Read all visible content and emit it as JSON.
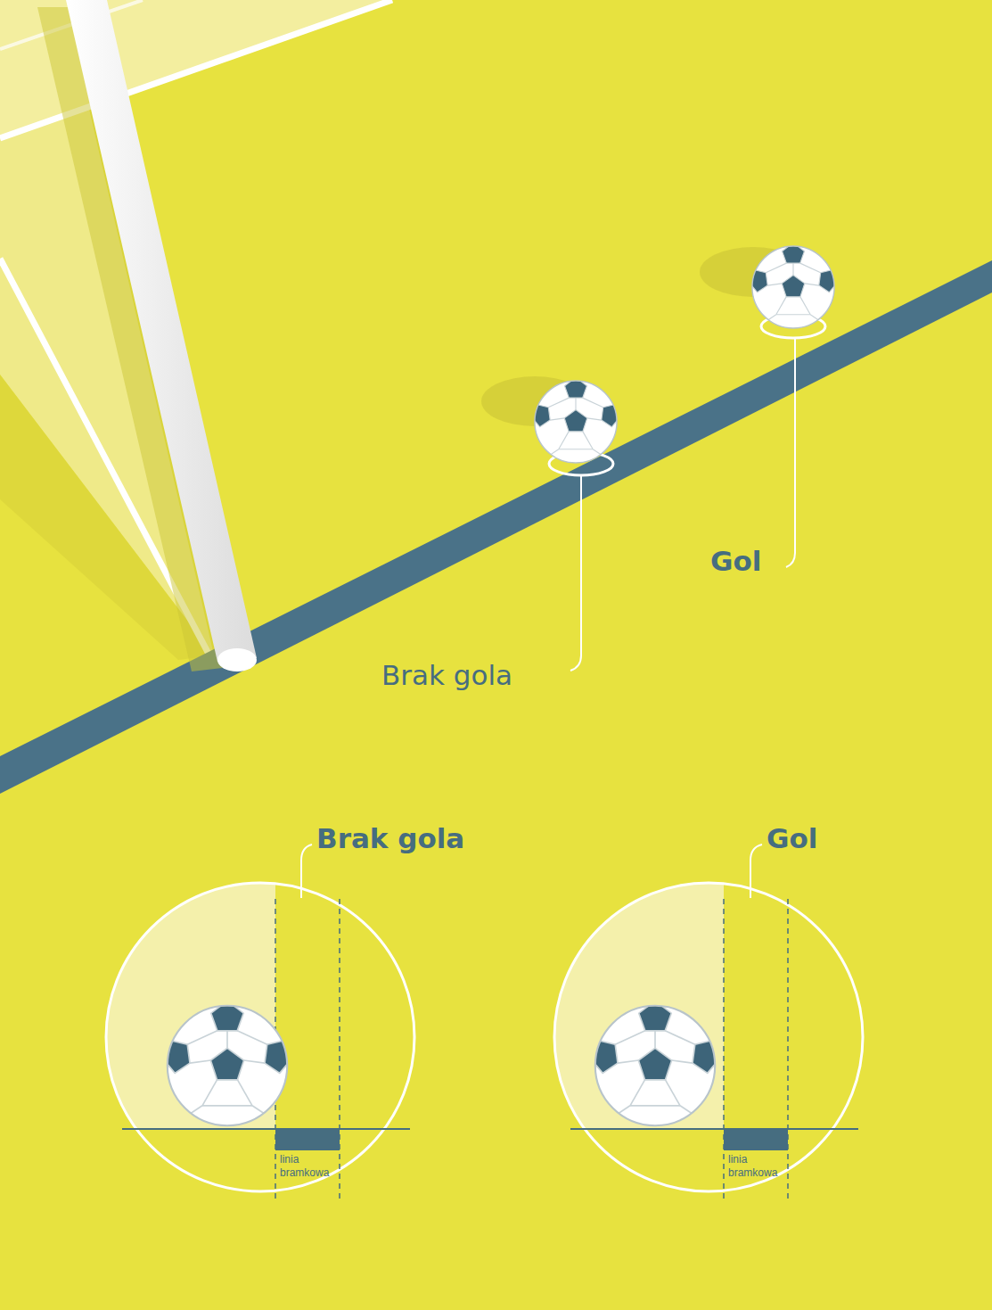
{
  "diagram": {
    "nodes": [
      {
        "text": [
          "Brak gola",
          "linia bramkowa"
        ]
      },
      {
        "text": [
          "Gol",
          "linia bramkowa"
        ]
      }
    ],
    "labels": [
      "Gol",
      "Brak gola"
    ]
  }
}
